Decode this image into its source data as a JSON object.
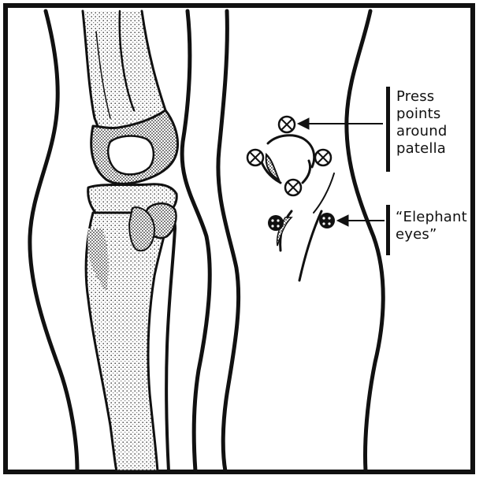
{
  "figure": {
    "labels": {
      "press_points": [
        "Press",
        "points",
        "around",
        "patella"
      ],
      "elephant_eyes": [
        "“Elephant",
        "eyes”"
      ]
    },
    "markers": {
      "press_point_icon": "circled-x",
      "elephant_eye_icon": "filled-dotted-circle"
    }
  }
}
